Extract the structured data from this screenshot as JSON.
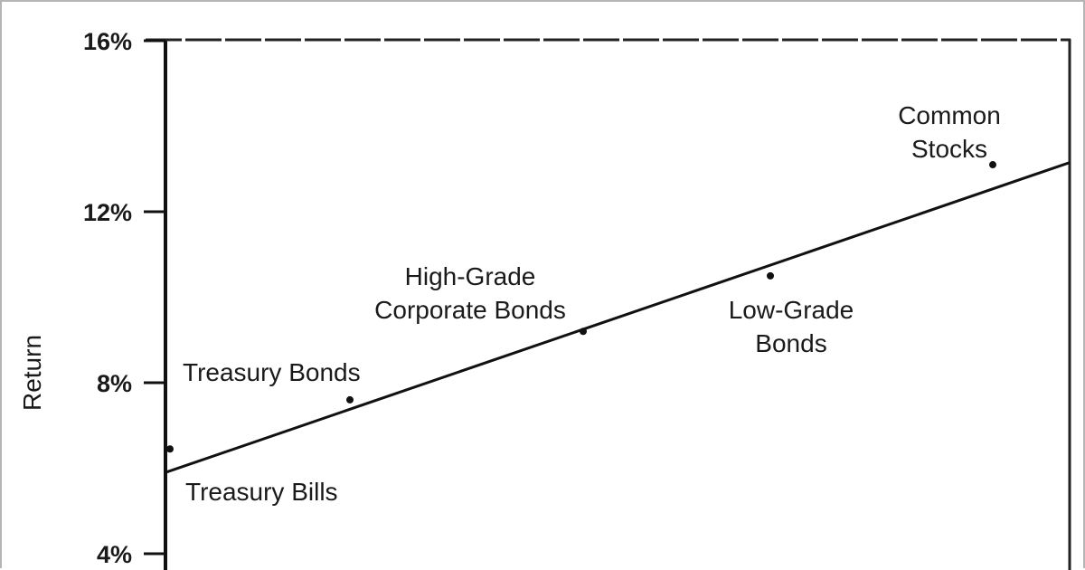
{
  "chart_data": {
    "type": "scatter",
    "title": "",
    "xlabel": "",
    "ylabel": "Return",
    "xlim": [
      0,
      100
    ],
    "ylim": [
      4,
      16
    ],
    "yticks": [
      "16%",
      "12%",
      "8%",
      "4%"
    ],
    "ytick_values": [
      16,
      12,
      8,
      4
    ],
    "grid": false,
    "points": [
      {
        "name": "Treasury Bills",
        "x": 0.5,
        "y": 6.45
      },
      {
        "name": "Treasury Bonds",
        "x": 20.4,
        "y": 7.6
      },
      {
        "name": "High-Grade Corporate Bonds",
        "x": 46.2,
        "y": 9.2
      },
      {
        "name": "Low-Grade Bonds",
        "x": 66.9,
        "y": 10.5
      },
      {
        "name": "Common Stocks",
        "x": 91.5,
        "y": 13.1
      }
    ],
    "fit_line": {
      "x": [
        0,
        100
      ],
      "y": [
        5.9,
        13.15
      ]
    },
    "labels": {
      "treasury_bills": [
        "Treasury Bills"
      ],
      "treasury_bonds": [
        "Treasury Bonds"
      ],
      "high_grade": [
        "High-Grade",
        "Corporate Bonds"
      ],
      "low_grade": [
        "Low-Grade",
        "Bonds"
      ],
      "common_stocks": [
        "Common",
        "Stocks"
      ]
    }
  }
}
